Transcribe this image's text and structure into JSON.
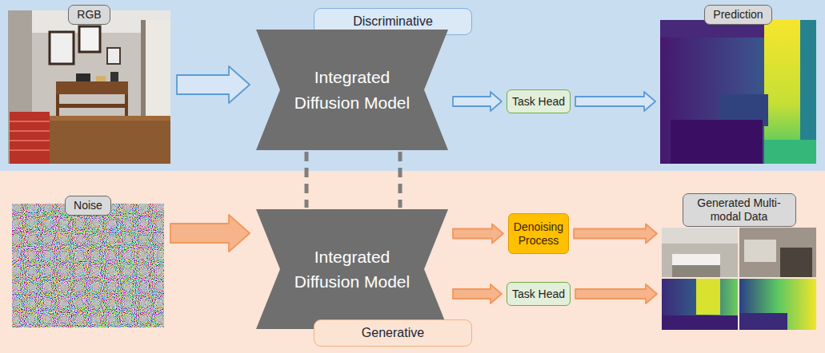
{
  "diagram": {
    "nodes": [
      {
        "text": [
          "Discriminative"
        ]
      },
      {
        "text": [
          "RGB"
        ]
      },
      {
        "text": [
          "Integrated Diffusion Model"
        ]
      },
      {
        "text": [
          "Task Head"
        ]
      },
      {
        "text": [
          "Prediction"
        ]
      },
      {
        "text": [
          "Noise"
        ]
      },
      {
        "text": [
          "Integrated Diffusion Model"
        ]
      },
      {
        "text": [
          "Denoising Process"
        ]
      },
      {
        "text": [
          "Task Head"
        ]
      },
      {
        "text": [
          "Generated Multi-modal Data"
        ]
      },
      {
        "text": [
          "Generative"
        ]
      }
    ],
    "edges": [
      {
        "from": 1,
        "to": 2,
        "arrow": "to"
      },
      {
        "from": 2,
        "to": 3,
        "arrow": "to"
      },
      {
        "from": 3,
        "to": 4,
        "arrow": "to"
      },
      {
        "from": 5,
        "to": 6,
        "arrow": "to"
      },
      {
        "from": 6,
        "to": 7,
        "arrow": "to"
      },
      {
        "from": 6,
        "to": 8,
        "arrow": "to"
      },
      {
        "from": 7,
        "to": 9,
        "arrow": "to"
      },
      {
        "from": 8,
        "to": 9,
        "arrow": "to"
      },
      {
        "from": 2,
        "to": 6,
        "arrow": "none"
      },
      {
        "from": 2,
        "to": 6,
        "arrow": "none"
      }
    ]
  }
}
